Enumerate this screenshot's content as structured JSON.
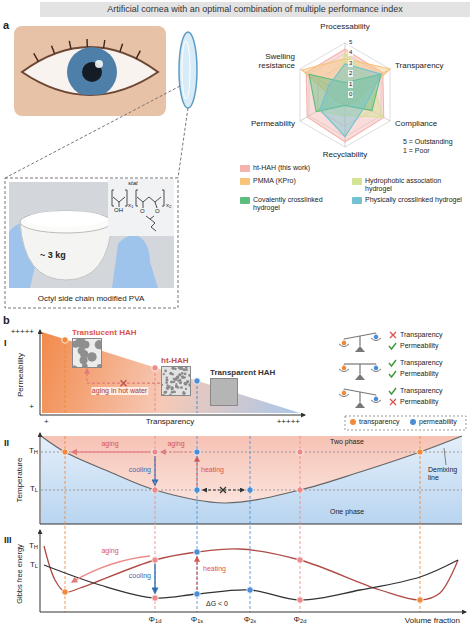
{
  "diagram": {
    "title": "Artificial cornea with an optimal combination of multiple performance index",
    "nodes": [
      {
        "text": [
          "Translucent HAH"
        ]
      },
      {
        "text": [
          "ht-HAH"
        ]
      },
      {
        "text": [
          "Transparent HAH"
        ]
      }
    ],
    "edges": [
      {
        "from": 1,
        "to": 0,
        "arrow": "to",
        "label": "aging in hot water"
      }
    ],
    "labels": [
      "a",
      "~ 3 kg",
      "stat",
      "OH",
      "x1",
      "x2",
      "O",
      "O",
      "Octyl side chain modified PVA",
      "Processability",
      "Transparency",
      "Compliance",
      "Recyclability",
      "Permeability",
      "Swelling resistance",
      "5",
      "4",
      "3",
      "2",
      "1",
      "0",
      "5 = Outstanding",
      "1 = Poor",
      "b",
      "I",
      "Permeability",
      "+++++",
      "+",
      "+",
      "Transparency",
      "+++++",
      "Transparency",
      "Permeability",
      "Transparency",
      "Permeability",
      "Transparency",
      "Permeability",
      "II",
      "Temperature",
      "TH",
      "TL",
      "aging",
      "aging",
      "cooling",
      "heating",
      "Two phase",
      "Demixing line",
      "One phase",
      "III",
      "Gibbs free energy",
      "TH",
      "TL",
      "aging",
      "cooling",
      "heating",
      "ΔG < 0",
      "Φ1d",
      "Φ1s",
      "Φ2s",
      "Φ2d",
      "Volume fraction"
    ],
    "legend": [
      {
        "text": "ht-HAH (this work)",
        "color": "#f5b3ad"
      },
      {
        "text": "PMMA (KPro)",
        "color": "#f7c47a"
      },
      {
        "text": "Hydrophobic association hydrogel",
        "color": "#d4e394"
      },
      {
        "text": "Covalently crosslinked hydrogel",
        "color": "#5dbd7d"
      },
      {
        "text": "Physically crosslinked hydrogel",
        "color": "#72c2cf"
      },
      {
        "text": "transparency",
        "color": "#f08a3c"
      },
      {
        "text": "permeability",
        "color": "#4a8fd6"
      }
    ]
  }
}
